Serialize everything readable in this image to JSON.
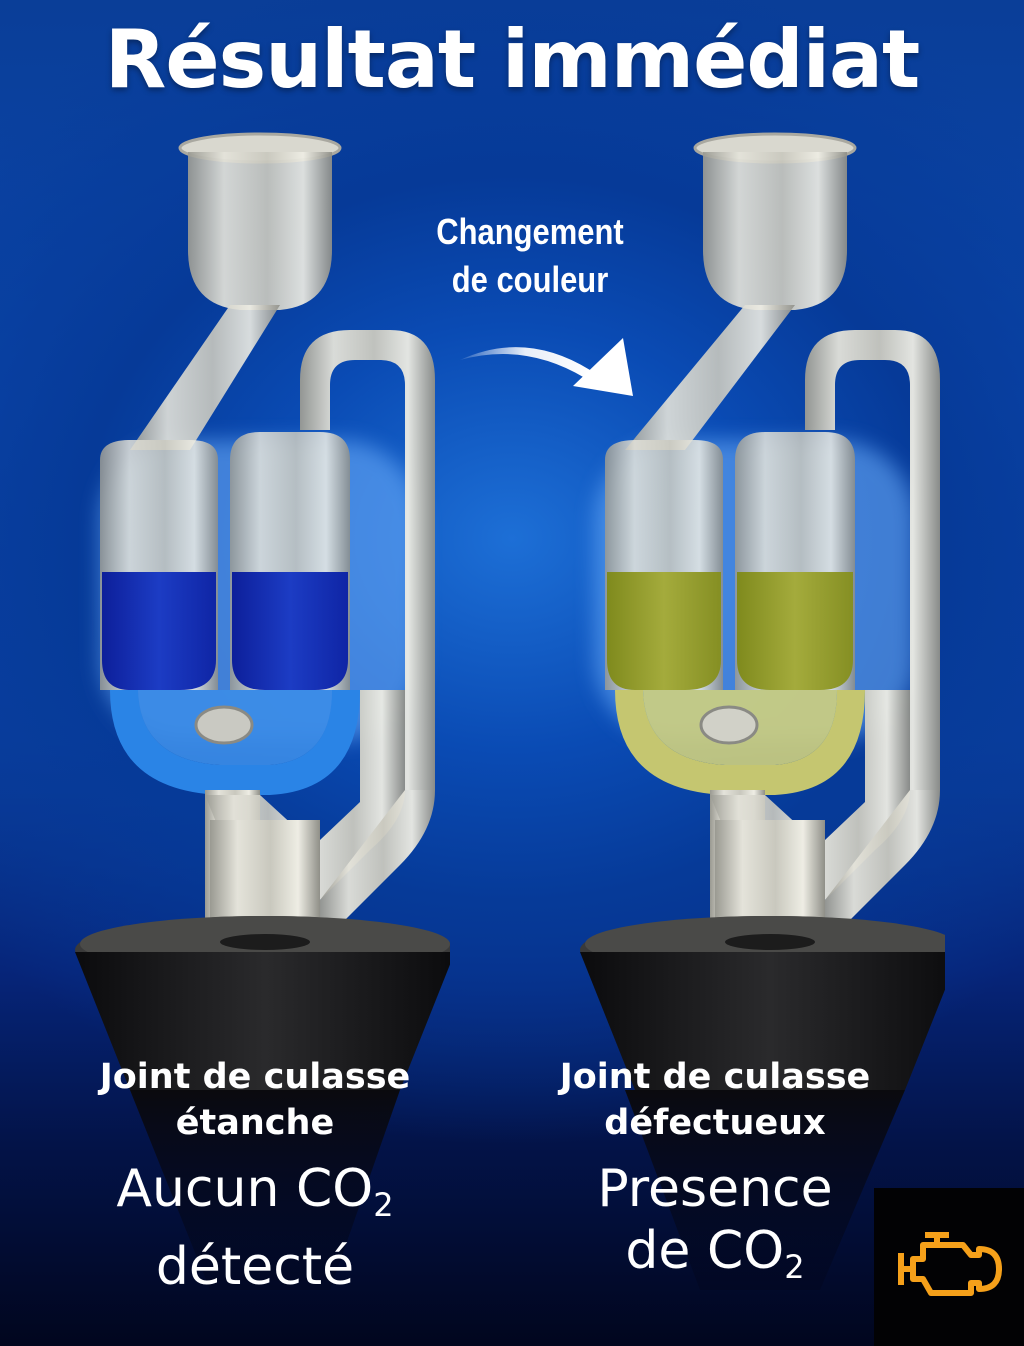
{
  "title": "Résultat immédiat",
  "callout": {
    "line1": "Changement",
    "line2": "de couleur",
    "icon": "curved-arrow-icon"
  },
  "left": {
    "liquid_color": "#1533b8",
    "liquid_light": "#2f7fe0",
    "label_line1": "Joint de culasse",
    "label_line2": "étanche",
    "result_line1_prefix": "Aucun CO",
    "result_line1_sub": "2",
    "result_line2": "détecté"
  },
  "right": {
    "liquid_color": "#9aa233",
    "liquid_light": "#c3c663",
    "label_line1": "Joint de culasse",
    "label_line2": "défectueux",
    "result_line1": "Presence",
    "result_line2_prefix": "de CO",
    "result_line2_sub": "2"
  },
  "warning_icon": {
    "name": "check-engine-icon",
    "color": "#f5a01a"
  },
  "colors": {
    "background_top": "#0b47ad",
    "background_bottom": "#01061e",
    "glass": "#d6d5cb",
    "stopper": "#1a1a1c"
  }
}
